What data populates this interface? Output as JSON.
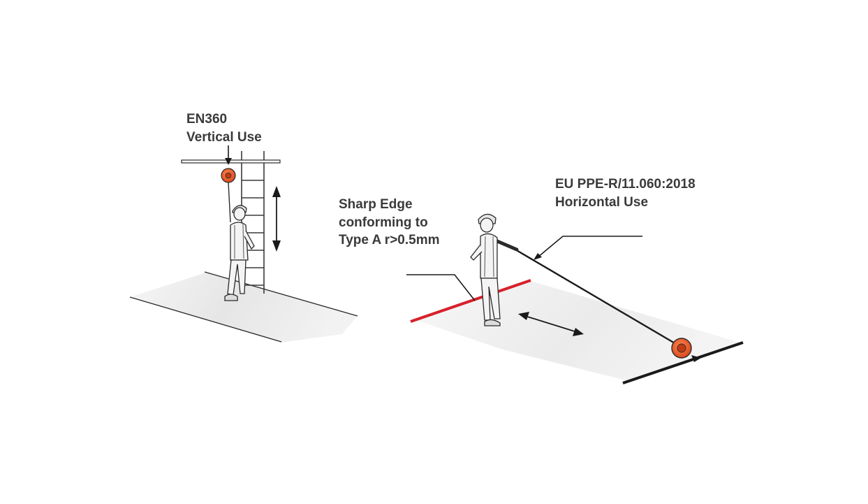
{
  "labels": {
    "vertical": {
      "line1": "EN360",
      "line2": "Vertical Use"
    },
    "sharp_edge": {
      "line1": "Sharp Edge",
      "line2": "conforming to",
      "line3": "Type A r>0.5mm"
    },
    "horizontal": {
      "line1": "EU PPE-R/11.060:2018",
      "line2": "Horizontal Use"
    }
  },
  "colors": {
    "text": "#3a3a3a",
    "device": "#e85a2a",
    "sharp_edge": "#d8202a",
    "line": "#1a1a1a",
    "floor": "#ececec"
  }
}
